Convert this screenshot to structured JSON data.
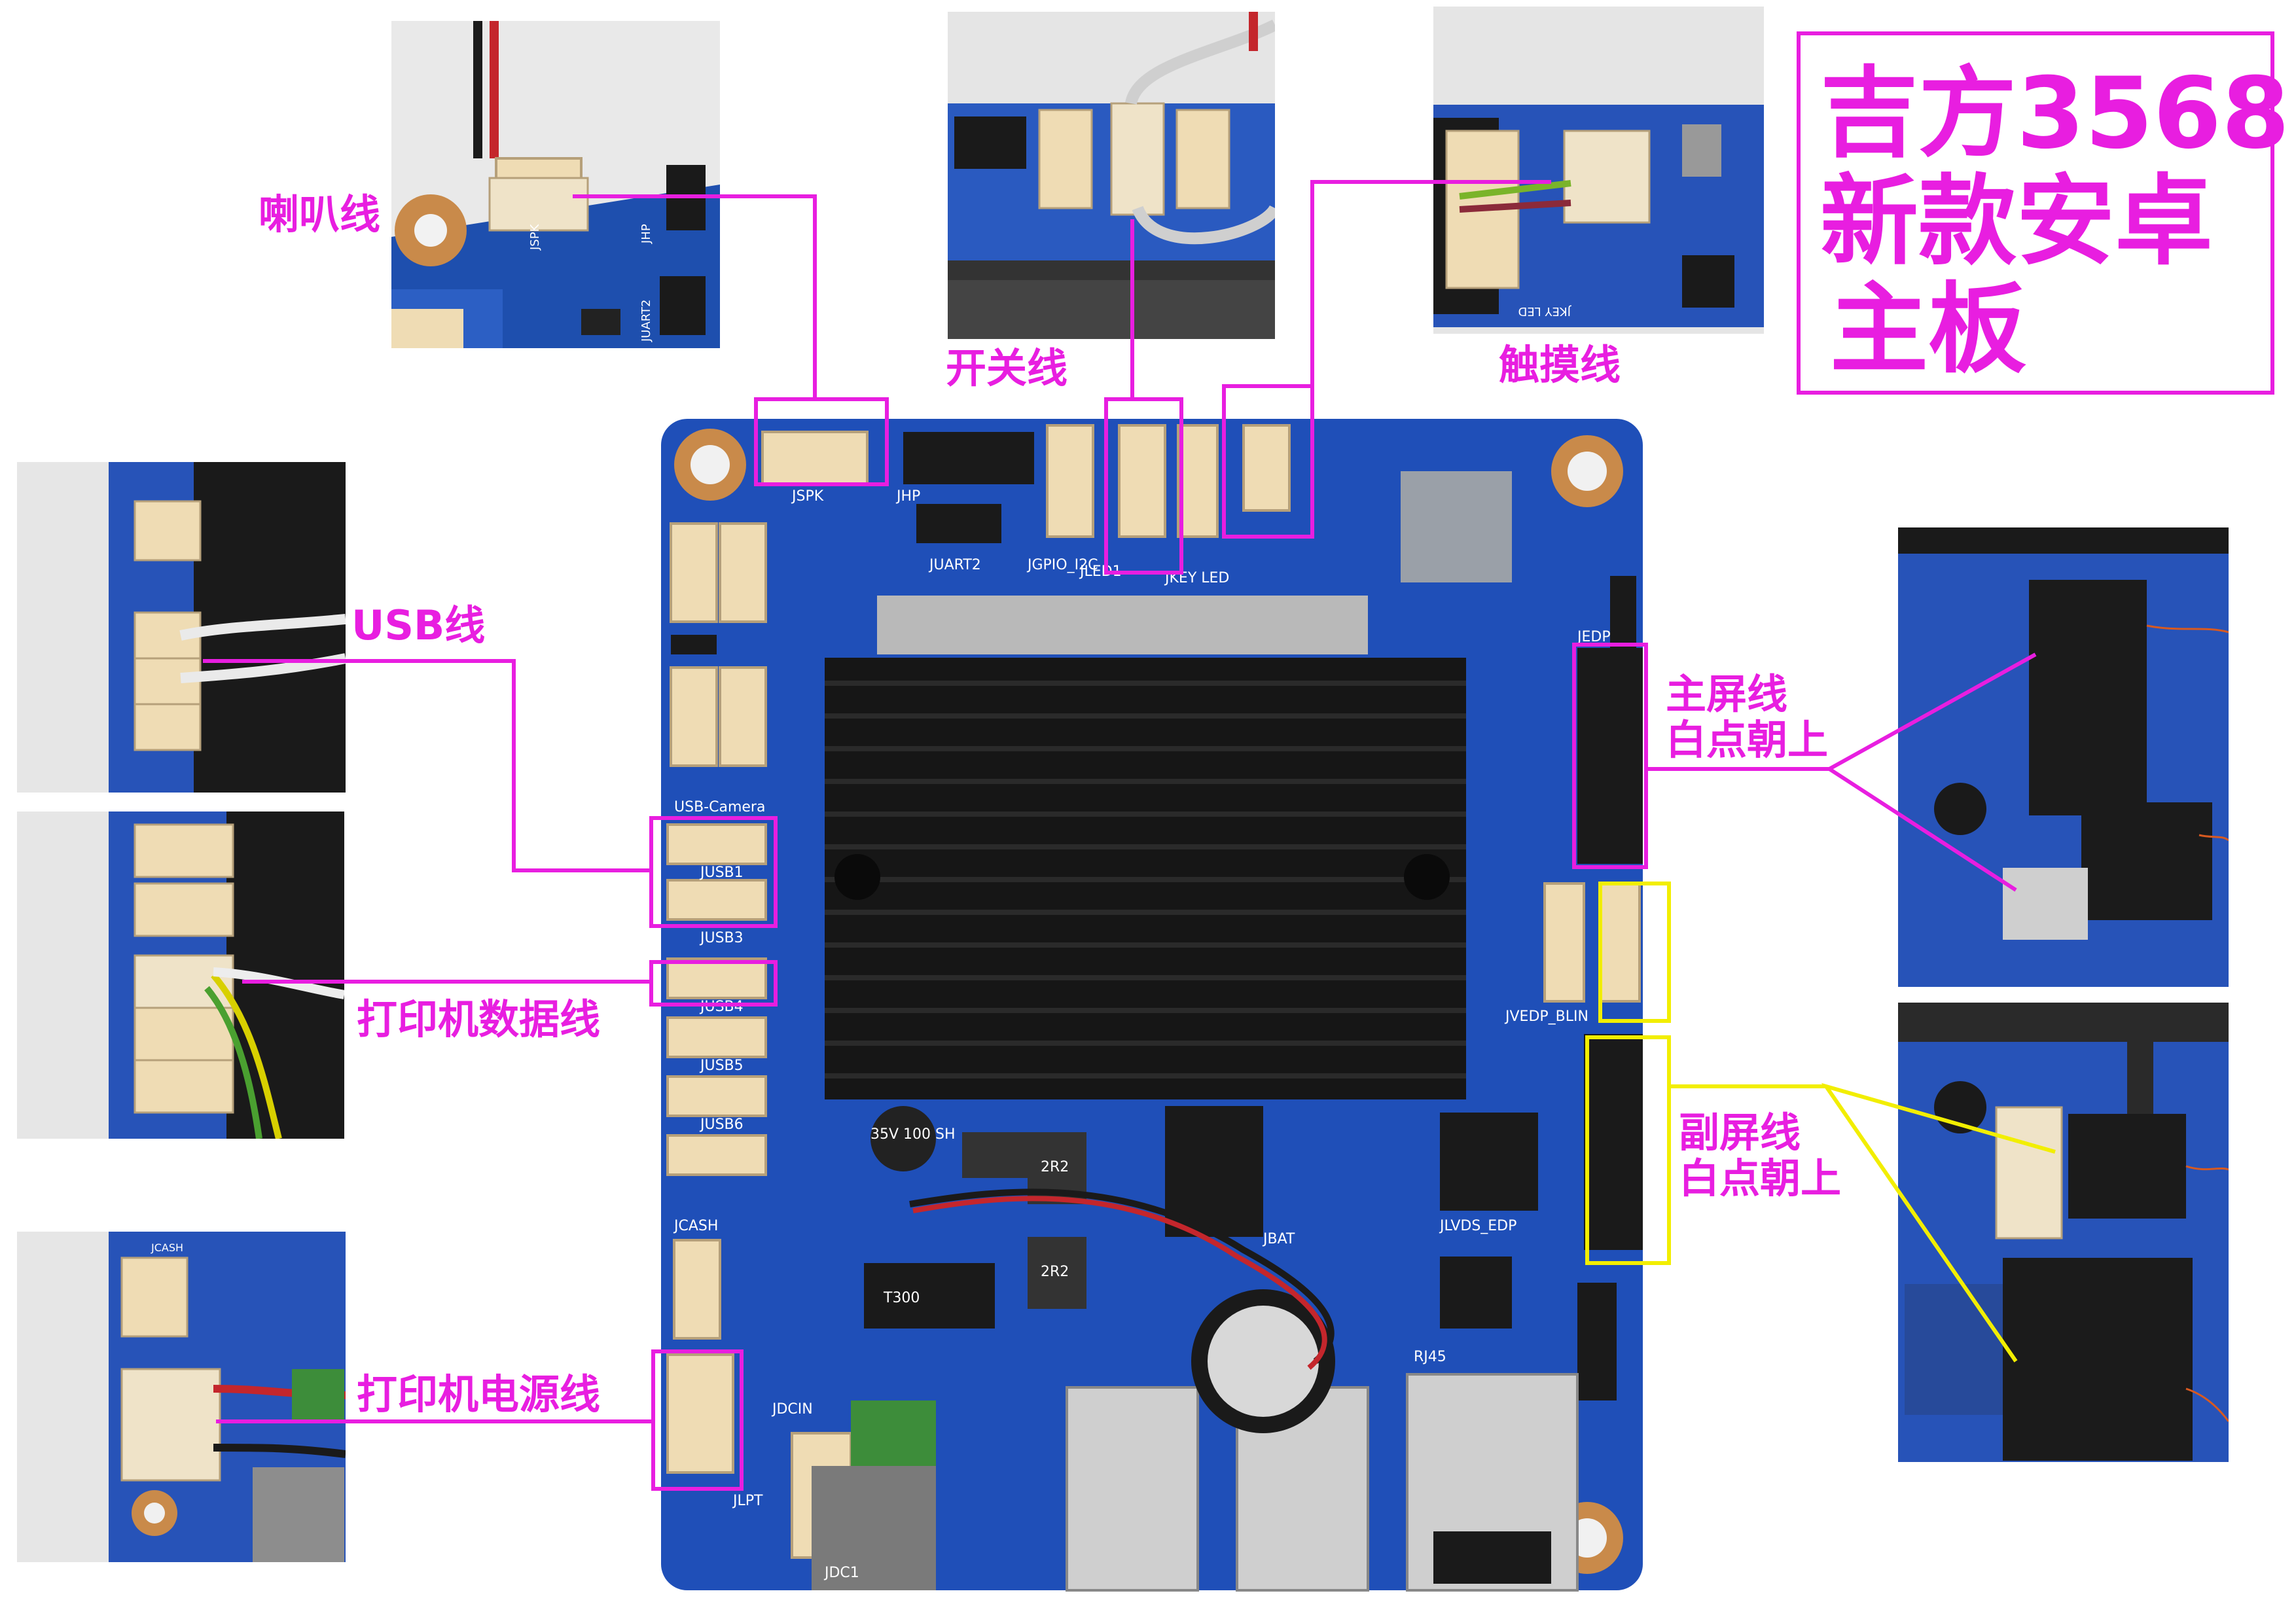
{
  "title": {
    "line1": "吉方3568",
    "line2": "新款安卓",
    "line3": "主板"
  },
  "labels": {
    "speaker": "喇叭线",
    "power_switch": "开关线",
    "touch": "触摸线",
    "usb": "USB线",
    "printer_data": "打印机数据线",
    "printer_power": "打印机电源线",
    "main_screen_1": "主屏线",
    "main_screen_2": "白点朝上",
    "sub_screen_1": "副屏线",
    "sub_screen_2": "白点朝上"
  },
  "board_silkscreen": {
    "jspk": "JSPK",
    "jhp": "JHP",
    "juart2": "JUART2",
    "jgpio": "JGPIO_I2C",
    "jkey_led": "JKEY LED",
    "jled1": "JLED1",
    "usb_camera": "USB-Camera",
    "jusb1": "JUSB1",
    "jusb3": "JUSB3",
    "jusb4": "JUSB4",
    "jusb5": "JUSB5",
    "jusb6": "JUSB6",
    "jcash": "JCASH",
    "jlpt": "JLPT",
    "jdcin": "JDCIN",
    "jdc1": "JDC1",
    "jbat": "JBAT",
    "jlvds_edp": "JLVDS_EDP",
    "rj45": "RJ45",
    "jedp": "JEDP",
    "jvedp_blin": "JVEDP_BLIN",
    "cap_text": "35V 100 SH",
    "inductor1": "2R2",
    "inductor2": "2R2",
    "t300": "T300"
  },
  "colors": {
    "accent": "#e81ee0",
    "highlight": "#f2ee00",
    "pcb": "#1f4fb8",
    "heatsink": "#1a1a1a",
    "connector": "#efdcb4"
  }
}
